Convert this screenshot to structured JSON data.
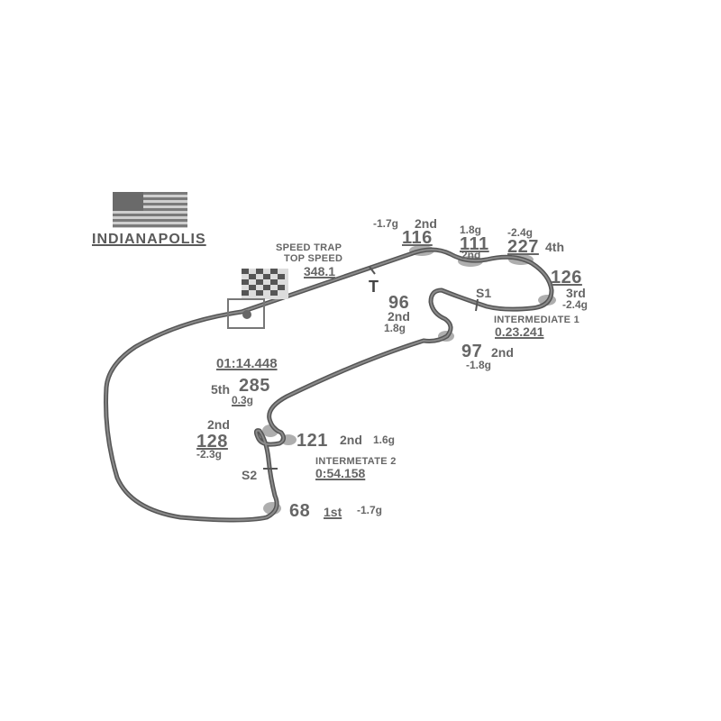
{
  "circuit": {
    "name": "INDIANAPOLIS"
  },
  "colors": {
    "track": "#555555",
    "track_inner": "#8a8a8a",
    "label": "#666666",
    "zone": "#9a9a9a"
  },
  "icons": {
    "flag": "us-flag-icon",
    "start": "checkered-flag-icon"
  },
  "speed_trap": {
    "line1": "SPEED TRAP",
    "line2": "TOP SPEED",
    "value": "348.1",
    "marker": "T"
  },
  "lap": {
    "time": "01:14.448"
  },
  "sectors": {
    "s1": "S1",
    "s2": "S2"
  },
  "intermediates": [
    {
      "label": "INTERMEDIATE 1",
      "time": "0.23.241"
    },
    {
      "label": "INTERMETATE 2",
      "time": "0:54.158"
    }
  ],
  "corners": [
    {
      "speed": "116",
      "gear": "2nd",
      "g": "-1.7g"
    },
    {
      "speed": "111",
      "gear": "2nd",
      "g": "1.8g"
    },
    {
      "speed": "227",
      "gear": "4th",
      "g": "-2.4g"
    },
    {
      "speed": "126",
      "gear": "3rd",
      "g": "-2.4g"
    },
    {
      "speed": "96",
      "gear": "2nd",
      "g": "1.8g"
    },
    {
      "speed": "97",
      "gear": "2nd",
      "g": "-1.8g"
    },
    {
      "speed": "285",
      "gear": "5th",
      "g": "0.3g"
    },
    {
      "speed": "128",
      "gear": "2nd",
      "g": "-2.3g"
    },
    {
      "speed": "121",
      "gear": "2nd",
      "g": "1.6g"
    },
    {
      "speed": "68",
      "gear": "1st",
      "g": "-1.7g"
    }
  ]
}
